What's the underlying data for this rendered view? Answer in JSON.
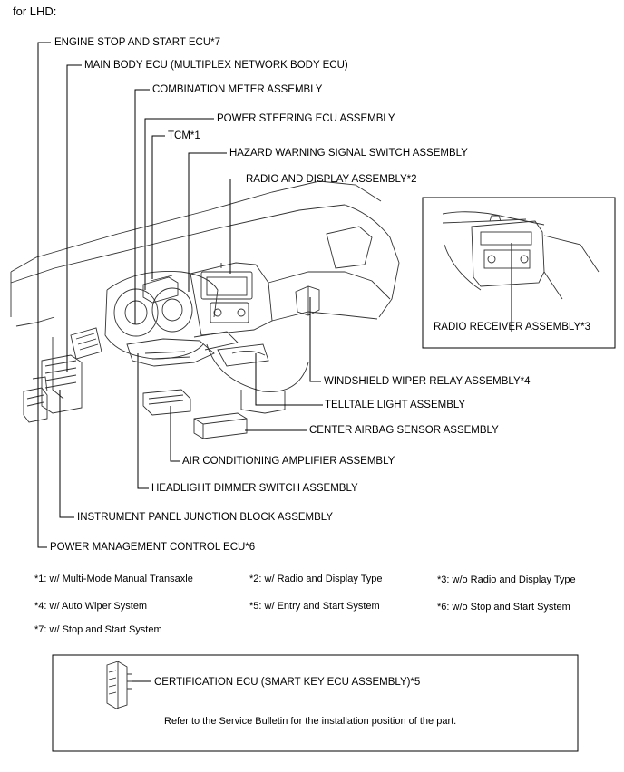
{
  "header": {
    "title": "for LHD:"
  },
  "callouts": {
    "engine_stop_start_ecu": "ENGINE STOP AND START ECU*7",
    "main_body_ecu": "MAIN BODY ECU (MULTIPLEX NETWORK BODY ECU)",
    "combination_meter": "COMBINATION METER ASSEMBLY",
    "power_steering_ecu": "POWER STEERING ECU ASSEMBLY",
    "tcm": "TCM*1",
    "hazard_switch": "HAZARD WARNING SIGNAL SWITCH ASSEMBLY",
    "radio_display": "RADIO AND DISPLAY ASSEMBLY*2",
    "radio_receiver": "RADIO RECEIVER ASSEMBLY*3",
    "wiper_relay": "WINDSHIELD WIPER RELAY ASSEMBLY*4",
    "telltale_light": "TELLTALE LIGHT ASSEMBLY",
    "center_airbag_sensor": "CENTER AIRBAG SENSOR ASSEMBLY",
    "ac_amplifier": "AIR CONDITIONING AMPLIFIER ASSEMBLY",
    "headlight_dimmer": "HEADLIGHT DIMMER SWITCH ASSEMBLY",
    "ip_junction_block": "INSTRUMENT PANEL JUNCTION BLOCK ASSEMBLY",
    "power_mgmt_ecu": "POWER MANAGEMENT CONTROL ECU*6"
  },
  "footnotes": [
    "*1: w/ Multi-Mode Manual Transaxle",
    "*2: w/ Radio and Display Type",
    "*3: w/o Radio and Display Type",
    "*4: w/ Auto Wiper System",
    "*5: w/ Entry and Start System",
    "*6: w/o Stop and Start System",
    "*7: w/ Stop and Start System"
  ],
  "certification_box": {
    "label": "CERTIFICATION ECU (SMART KEY ECU ASSEMBLY)*5",
    "note": "Refer to the Service Bulletin for the installation position of the part."
  }
}
